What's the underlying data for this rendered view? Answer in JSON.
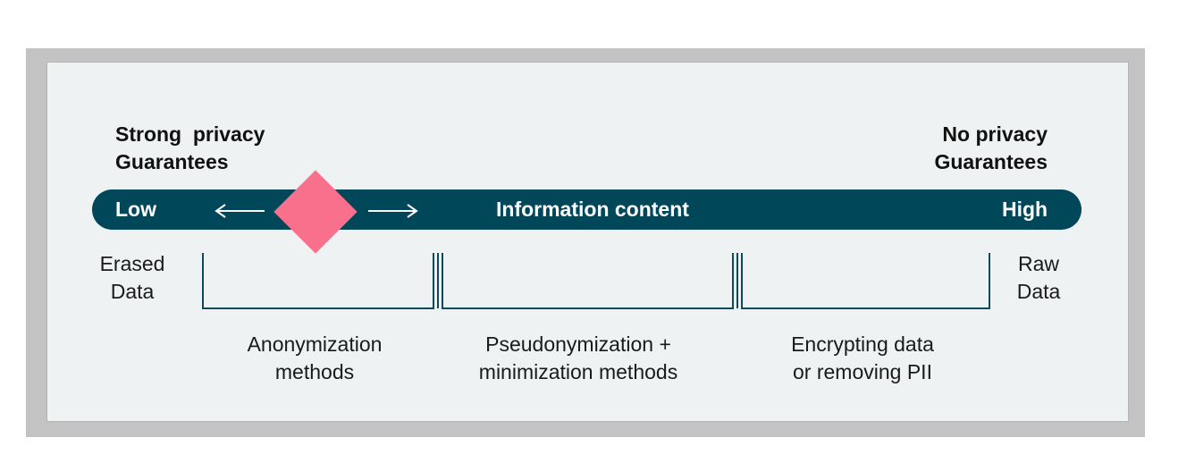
{
  "headings": {
    "left": [
      "Strong  privacy",
      "Guarantees"
    ],
    "right": [
      "No privacy",
      "Guarantees"
    ]
  },
  "bar": {
    "low": "Low",
    "center": "Information content",
    "high": "High"
  },
  "ends": {
    "left": [
      "Erased",
      "Data"
    ],
    "right": [
      "Raw",
      "Data"
    ]
  },
  "categories": [
    [
      "Anonymization",
      "methods"
    ],
    [
      "Pseudonymization +",
      "minimization methods"
    ],
    [
      "Encrypting data",
      "or removing PII"
    ]
  ],
  "colors": {
    "bar": "#00475a",
    "marker": "#f8708b",
    "panel": "#eff2f3",
    "frame": "#c3c3c3"
  }
}
